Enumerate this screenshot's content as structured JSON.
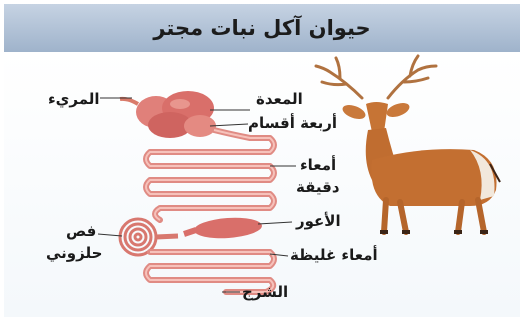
{
  "title": "حيوان آكل نبات مجتر",
  "labels": {
    "esophagus": "المريء",
    "stomach": "المعدة",
    "four_parts": "أربعة أقسام",
    "small_intestine_1": "أمعاء",
    "small_intestine_2": "دقيقة",
    "cecum": "الأعور",
    "spiral_lobe_1": "فص",
    "spiral_lobe_2": "حلزوني",
    "large_intestine": "أمعاء غليظة",
    "rectum": "الشرج"
  }
}
